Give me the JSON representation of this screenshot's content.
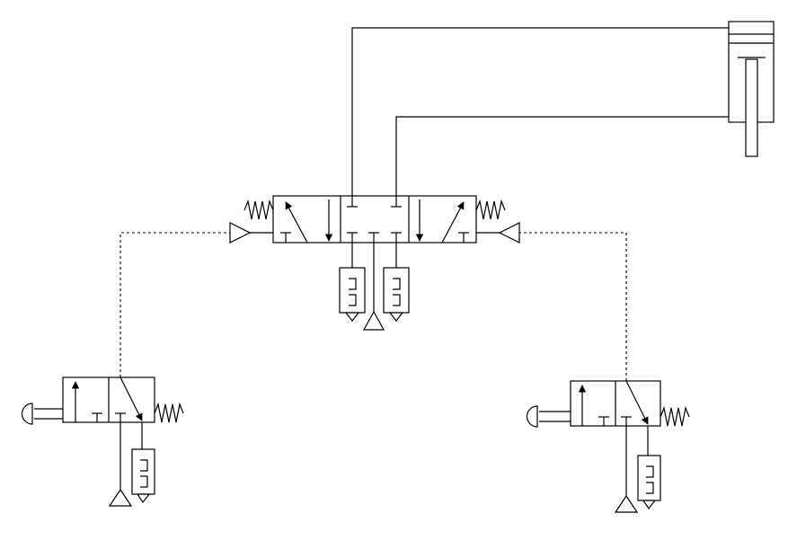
{
  "diagram": {
    "type": "pneumatic-circuit",
    "background": "#ffffff",
    "stroke": "#000000",
    "components": [
      {
        "name": "double-acting-cylinder"
      },
      {
        "name": "main-5-2-directional-valve"
      },
      {
        "name": "left-3-2-push-button-valve"
      },
      {
        "name": "right-3-2-push-button-valve"
      }
    ]
  }
}
